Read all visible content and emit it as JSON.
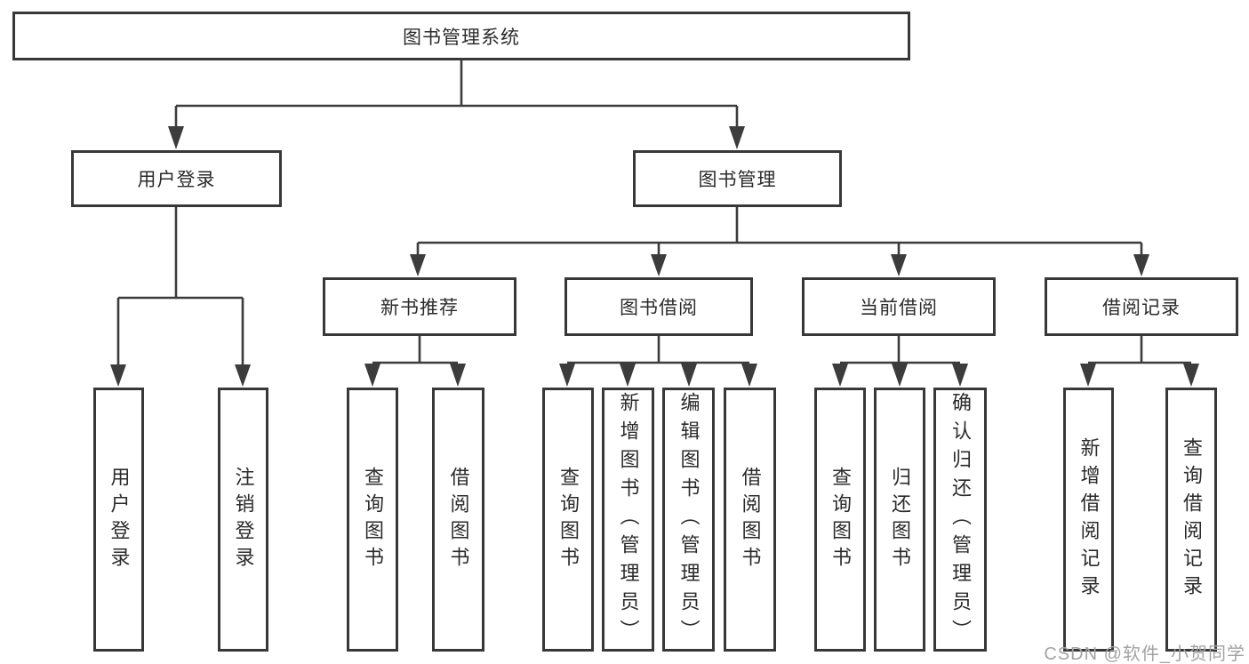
{
  "tree": {
    "root": "图书管理系统",
    "children": [
      {
        "label": "用户登录",
        "children": [
          "用户登录",
          "注销登录"
        ]
      },
      {
        "label": "图书管理",
        "children": [
          {
            "label": "新书推荐",
            "children": [
              "查询图书",
              "借阅图书"
            ]
          },
          {
            "label": "图书借阅",
            "children": [
              "查询图书",
              "新增图书（管理员）",
              "编辑图书（管理员）",
              "借阅图书"
            ]
          },
          {
            "label": "当前借阅",
            "children": [
              "查询图书",
              "归还图书",
              "确认归还（管理员）"
            ]
          },
          {
            "label": "借阅记录",
            "children": [
              "新增借阅记录",
              "查询借阅记录"
            ]
          }
        ]
      }
    ]
  },
  "watermark": "CSDN @软件_小贺同学",
  "colors": {
    "background": "#ffffff",
    "line": "#3c3c3c",
    "box_border": "#383838",
    "text": "#2b2b2b",
    "watermark": "#a3a3a3"
  }
}
